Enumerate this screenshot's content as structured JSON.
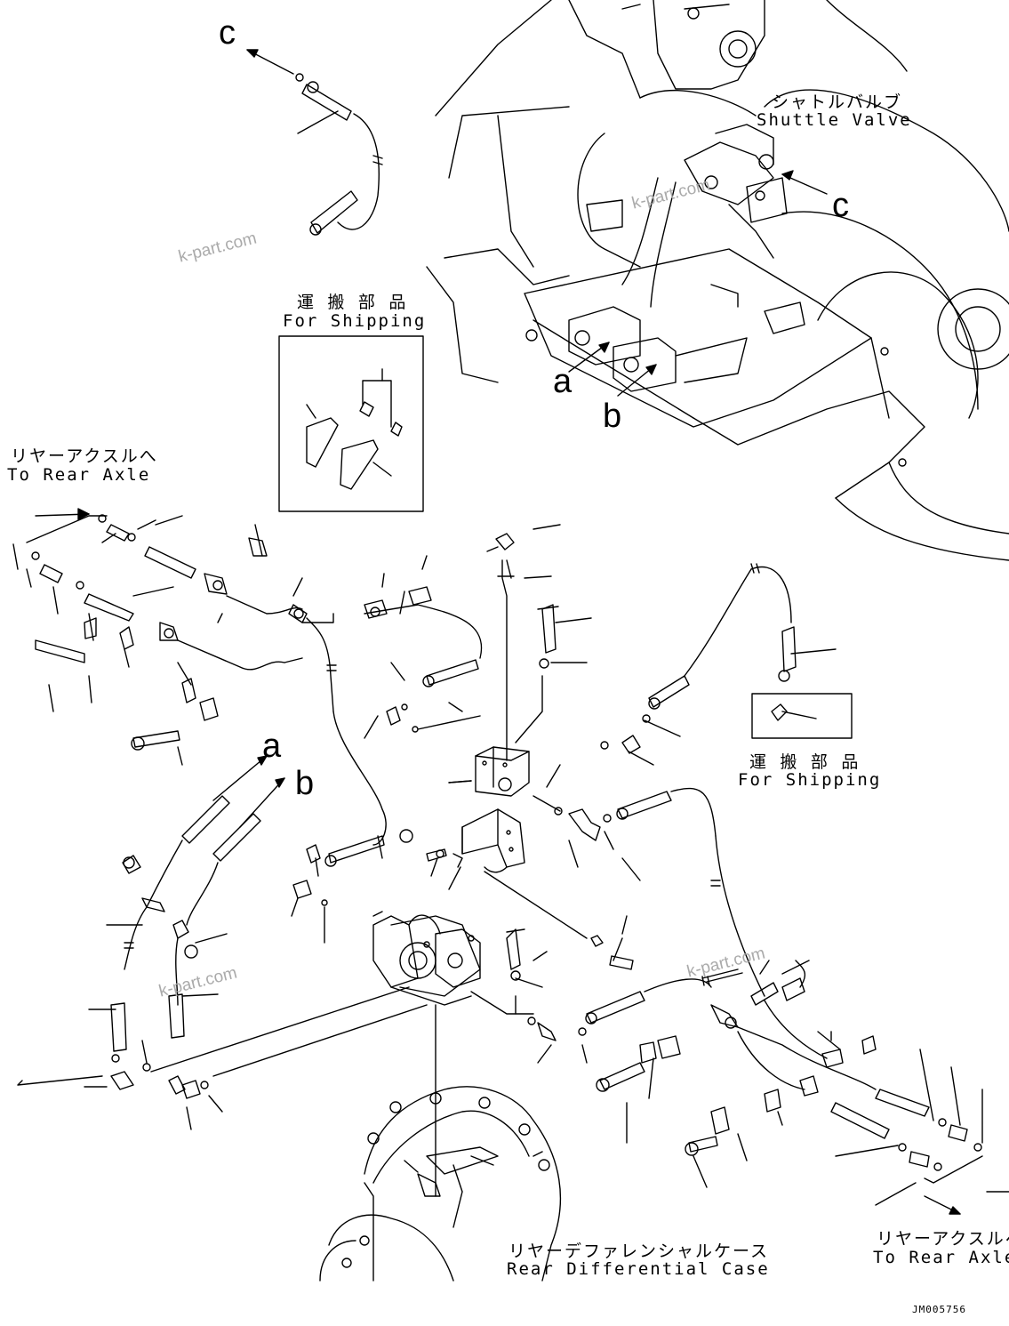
{
  "labels": {
    "shuttle_valve_jp": "シャトルバルブ",
    "shuttle_valve_en": "Shuttle Valve",
    "shipping_1_jp": "運 搬 部 品",
    "shipping_1_en": "For Shipping",
    "shipping_2_jp": "運 搬 部 品",
    "shipping_2_en": "For Shipping",
    "rear_axle_left_jp": "リヤーアクスルへ",
    "rear_axle_left_en": "To Rear Axle",
    "rear_axle_right_jp": "リヤーアクスルへ",
    "rear_axle_right_en": "To Rear Axle",
    "diff_case_jp": "リヤーデファレンシャルケース",
    "diff_case_en": "Rear Differential Case",
    "drawing_no": "JM005756"
  },
  "callouts": {
    "c_top": "c",
    "c_valve": "c",
    "a_top": "a",
    "b_top": "b",
    "a_mid": "a",
    "b_mid": "b"
  },
  "watermarks": [
    "k-part.com",
    "k-part.com",
    "k-part.com",
    "k-part.com"
  ]
}
